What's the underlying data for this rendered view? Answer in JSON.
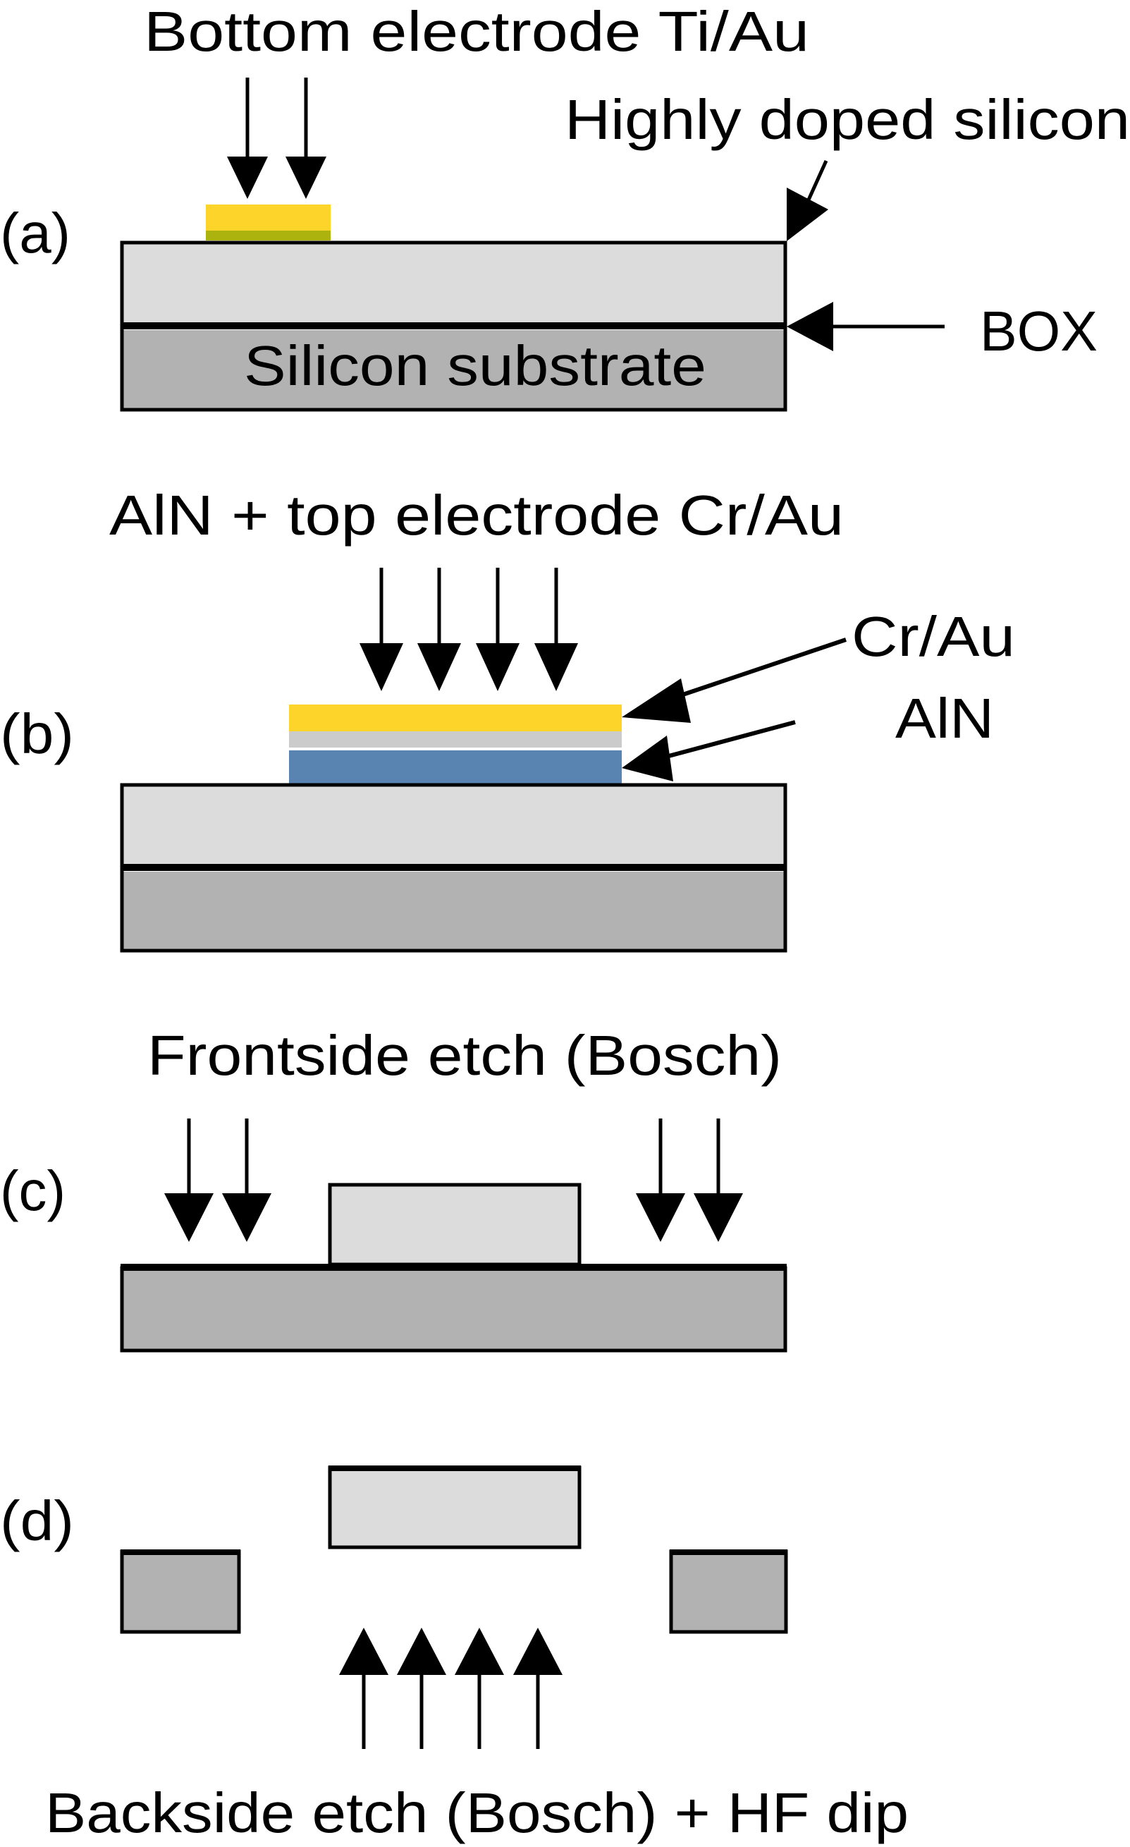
{
  "figure": {
    "type": "process-flow cross-section",
    "colors": {
      "device_layer": "#DCDCDC",
      "substrate": "#B2B2B2",
      "gold": "#FDD42A",
      "adhesion_ti": "#ACB20E",
      "cr_layer": "#CBCBCB",
      "aln": "#5983B0",
      "outline": "#000000",
      "background": "#FFFFFF"
    }
  },
  "steps": [
    {
      "id": "a",
      "label": "(a)",
      "process_label": "Bottom electrode Ti/Au",
      "annotations": {
        "highly_doped": "Highly doped silicon",
        "box": "BOX",
        "substrate": "Silicon substrate"
      }
    },
    {
      "id": "b",
      "label": "(b)",
      "process_label": "AlN + top electrode Cr/Au",
      "annotations": {
        "cr_au": "Cr/Au",
        "aln": "AlN"
      }
    },
    {
      "id": "c",
      "label": "(c)",
      "process_label": "Frontside etch (Bosch)"
    },
    {
      "id": "d",
      "label": "(d)",
      "process_label": "Backside etch (Bosch) + HF dip"
    }
  ]
}
